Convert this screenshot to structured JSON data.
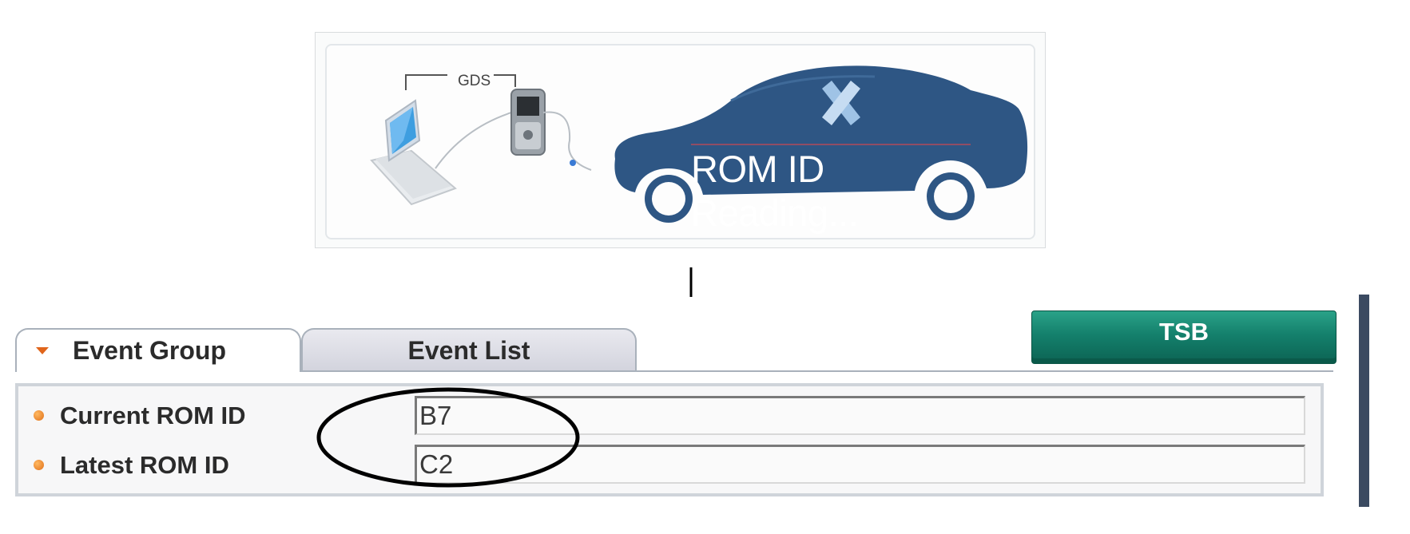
{
  "illustration": {
    "device_label": "GDS",
    "status_text": "ROM ID Reading..."
  },
  "tabs": [
    {
      "label": "Event Group",
      "active": true
    },
    {
      "label": "Event List",
      "active": false
    }
  ],
  "tsb_button": {
    "label": "TSB"
  },
  "rom_info": {
    "current_label": "Current ROM ID",
    "current_value": "B7",
    "latest_label": "Latest ROM ID",
    "latest_value": "C2"
  },
  "colors": {
    "tsb_green": "#14806c",
    "car_blue": "#2e5684",
    "bullet_orange": "#e0701a",
    "caret_orange": "#e0651b",
    "side_bar": "#3b4a61"
  }
}
